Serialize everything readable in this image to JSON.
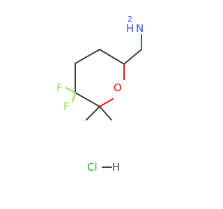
{
  "molecule": {
    "atoms": {
      "amine_n": "N",
      "amine_h": "H",
      "amine_h_count": "2",
      "ring_o": "O",
      "fluorine_1": "F",
      "fluorine_2": "F"
    },
    "salt": {
      "chlorine": "Cl",
      "dash": "—",
      "hydrogen": "H"
    }
  },
  "colors": {
    "bond": "#3f3f3f",
    "nitrogen": "#3050f8",
    "oxygen": "#ff0d0d",
    "fluorine": "#90e050",
    "chlorine": "#1fb01f"
  }
}
